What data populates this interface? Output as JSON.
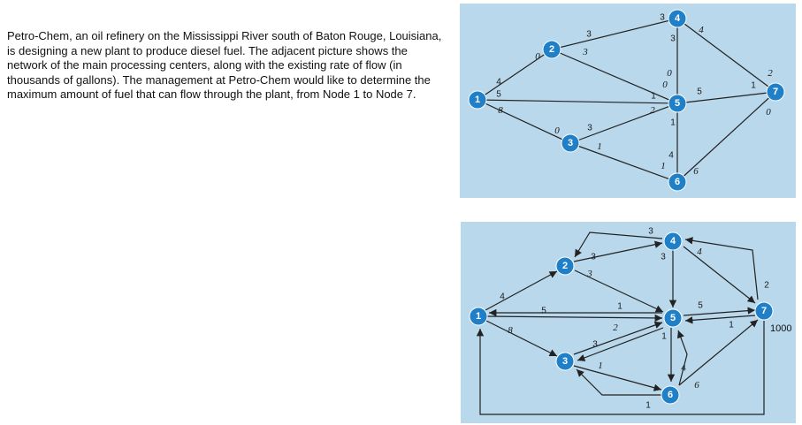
{
  "problem_text": "Petro-Chem, an oil refinery on the Mississippi River south of Baton Rouge, Louisiana, is designing a new plant to produce diesel fuel.  The adjacent picture shows the network of the main processing centers, along with the existing rate of flow (in thousands of gallons).  The management at Petro-Chem would like to determine the maximum amount of fuel that can flow through the plant, from Node 1 to Node 7.",
  "colors": {
    "panel_bg": "#b9d8ec",
    "node_fill": "#1f7fc7",
    "edge": "#222222"
  },
  "network": {
    "nodes": [
      "1",
      "2",
      "3",
      "4",
      "5",
      "6",
      "7"
    ],
    "edges": [
      {
        "from": "1",
        "to": "2",
        "cap_from": "4",
        "cap_to": "0"
      },
      {
        "from": "1",
        "to": "5",
        "cap_from": "5",
        "cap_to": "1"
      },
      {
        "from": "1",
        "to": "3",
        "cap_from": "8",
        "cap_to": "0"
      },
      {
        "from": "2",
        "to": "4",
        "cap_from": "3",
        "cap_to": "3"
      },
      {
        "from": "2",
        "to": "5",
        "cap_from": "3",
        "cap_to": "0"
      },
      {
        "from": "3",
        "to": "5",
        "cap_from": "3",
        "cap_to": "2"
      },
      {
        "from": "3",
        "to": "6",
        "cap_from": "1",
        "cap_to": "1"
      },
      {
        "from": "4",
        "to": "5",
        "cap_from": "3",
        "cap_to": "0"
      },
      {
        "from": "4",
        "to": "7",
        "cap_from": "4",
        "cap_to": "2"
      },
      {
        "from": "5",
        "to": "7",
        "cap_from": "5",
        "cap_to": "1"
      },
      {
        "from": "5",
        "to": "6",
        "cap_from": "1",
        "cap_to": "4"
      },
      {
        "from": "6",
        "to": "7",
        "cap_from": "6",
        "cap_to": "0"
      }
    ]
  },
  "network_extended": {
    "return_arc_label": "1000"
  }
}
